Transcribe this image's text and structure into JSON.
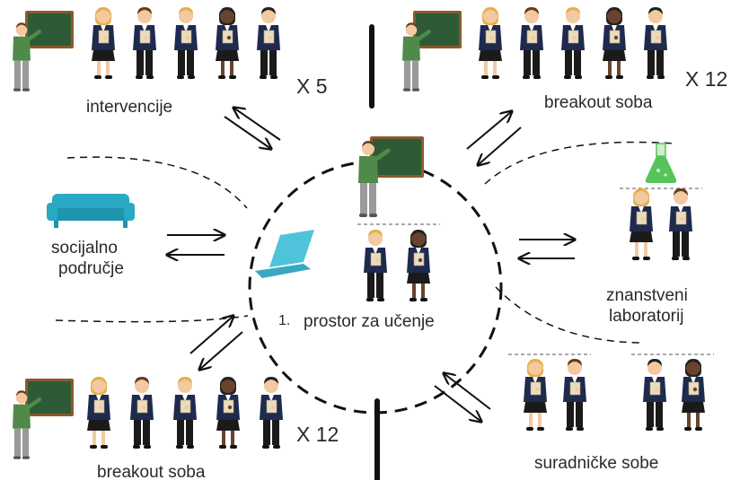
{
  "labels": {
    "intervencije": "intervencije",
    "intervencije_count": "X 5",
    "breakout_top": "breakout soba",
    "breakout_top_count": "X 12",
    "breakout_bottom": "breakout soba",
    "breakout_bottom_count": "X 12",
    "socijalno_line1": "socijalno",
    "socijalno_line2": "područje",
    "lab_line1": "znanstveni",
    "lab_line2": "laboratorij",
    "center_number": "1.",
    "center_text": "prostor za učenje",
    "suradnicke": "suradničke sobe"
  },
  "colors": {
    "board": "#2e5a36",
    "board_frame": "#8b5a2b",
    "teacher_shirt": "#4f8a4a",
    "teacher_pants": "#9a9a9a",
    "blazer": "#1e2a4f",
    "skin_light": "#f2c9a0",
    "skin_dark": "#6a4330",
    "hair_blonde": "#e5b04a",
    "hair_brown": "#6a3a1c",
    "hair_dark": "#222222",
    "sofa": "#2aa9c4",
    "laptop": "#4fc3d9",
    "flask": "#57c35a",
    "line": "#111111"
  },
  "icons": [
    "chalkboard-icon",
    "teacher-icon",
    "student-icon",
    "sofa-icon",
    "laptop-icon",
    "flask-icon",
    "arrow-icon"
  ]
}
